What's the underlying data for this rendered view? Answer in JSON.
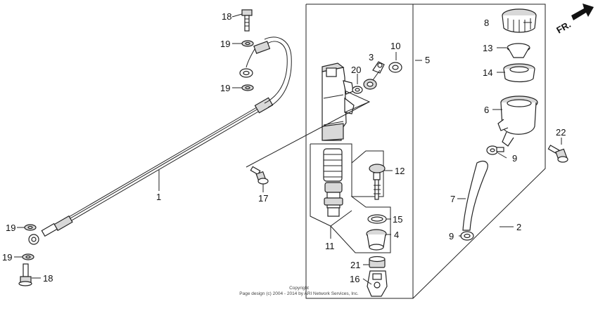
{
  "direction_label": "FR.",
  "copyright": {
    "line1": "Copyright",
    "line2": "Page design (c) 2004 - 2014 by ARI Network Services, Inc."
  },
  "callouts": [
    {
      "id": "c1",
      "text": "1"
    },
    {
      "id": "c2",
      "text": "2"
    },
    {
      "id": "c3",
      "text": "3"
    },
    {
      "id": "c4",
      "text": "4"
    },
    {
      "id": "c5",
      "text": "5"
    },
    {
      "id": "c6",
      "text": "6"
    },
    {
      "id": "c7",
      "text": "7"
    },
    {
      "id": "c8",
      "text": "8"
    },
    {
      "id": "c9a",
      "text": "9"
    },
    {
      "id": "c9b",
      "text": "9"
    },
    {
      "id": "c10",
      "text": "10"
    },
    {
      "id": "c11",
      "text": "11"
    },
    {
      "id": "c12",
      "text": "12"
    },
    {
      "id": "c13",
      "text": "13"
    },
    {
      "id": "c14",
      "text": "14"
    },
    {
      "id": "c15",
      "text": "15"
    },
    {
      "id": "c16",
      "text": "16"
    },
    {
      "id": "c17",
      "text": "17"
    },
    {
      "id": "c18a",
      "text": "18"
    },
    {
      "id": "c18b",
      "text": "18"
    },
    {
      "id": "c19a",
      "text": "19"
    },
    {
      "id": "c19b",
      "text": "19"
    },
    {
      "id": "c19c",
      "text": "19"
    },
    {
      "id": "c19d",
      "text": "19"
    },
    {
      "id": "c20",
      "text": "20"
    },
    {
      "id": "c21",
      "text": "21"
    },
    {
      "id": "c22",
      "text": "22"
    }
  ]
}
